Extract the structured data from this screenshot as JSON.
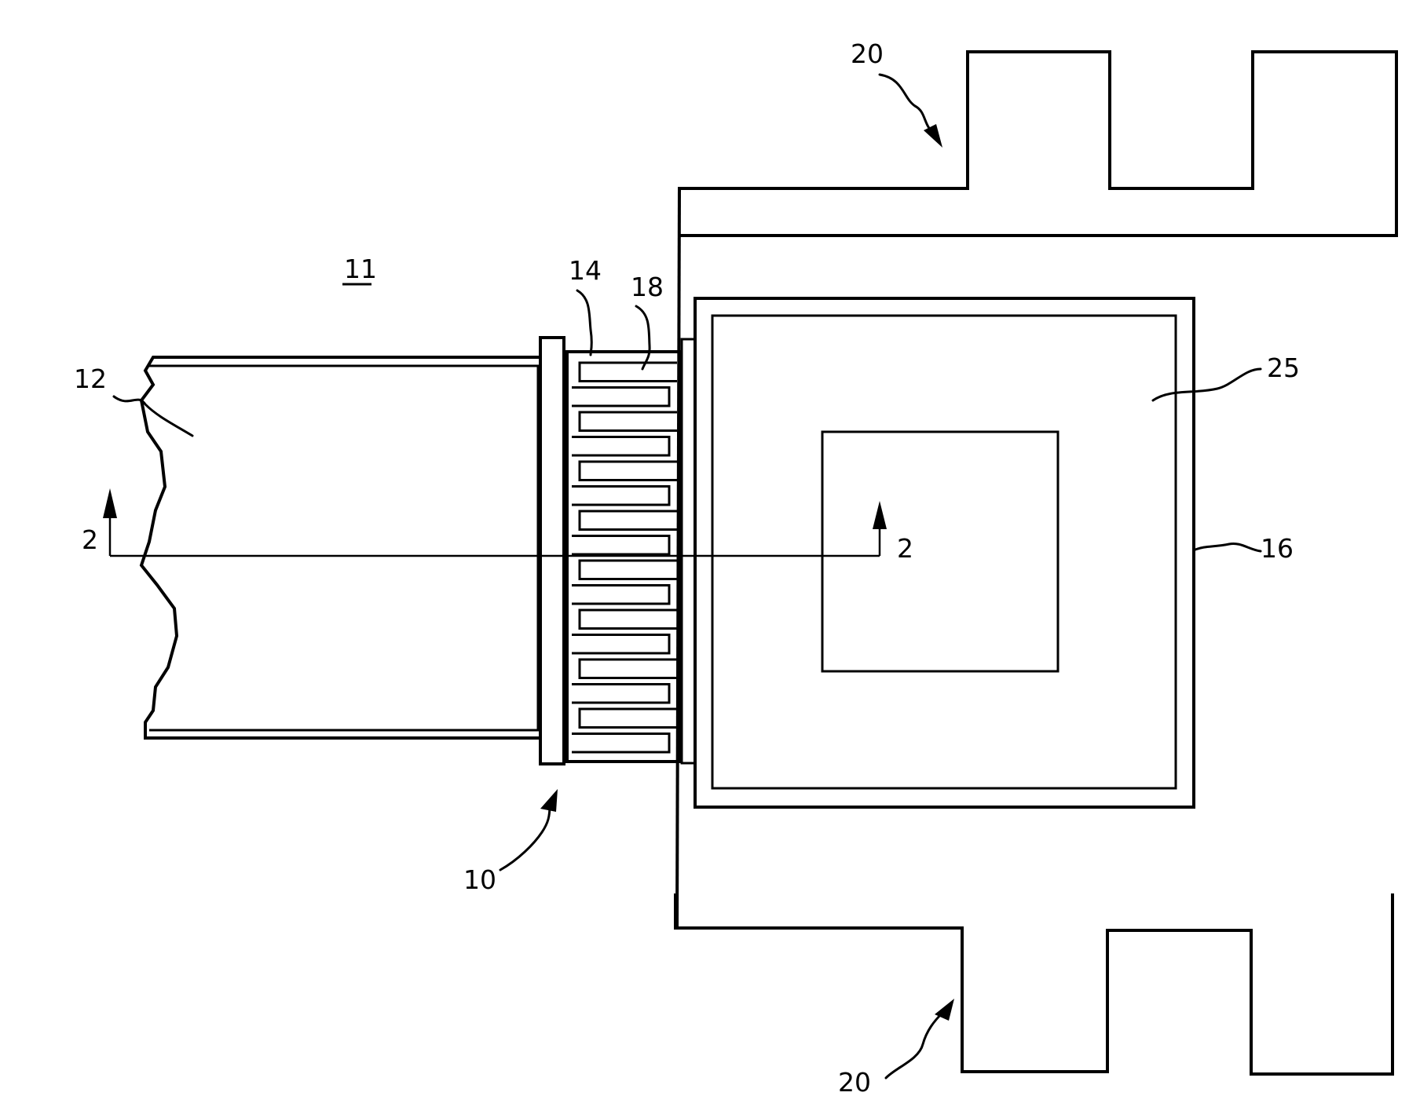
{
  "labels": {
    "ref_10": "10",
    "ref_11": "11",
    "ref_12": "12",
    "ref_14": "14",
    "ref_16": "16",
    "ref_18": "18",
    "ref_20_top": "20",
    "ref_20_bottom": "20",
    "ref_25": "25",
    "section_left": "2",
    "section_right": "2"
  },
  "comb_fingers": 8
}
